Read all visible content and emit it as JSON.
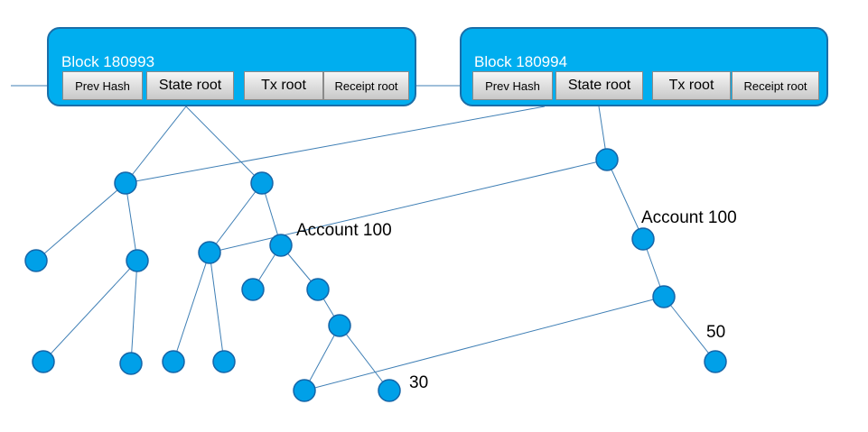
{
  "colors": {
    "block_fill": "#00aeef",
    "block_border": "#1a6ea8",
    "node_fill": "#00a0e8",
    "node_border": "#1565a8",
    "edge": "#3f7fb5"
  },
  "blocks": [
    {
      "title": "Block 180993",
      "fields": [
        "Prev Hash",
        "State root",
        "Tx root",
        "Receipt root"
      ]
    },
    {
      "title": "Block 180994",
      "fields": [
        "Prev Hash",
        "State root",
        "Tx root",
        "Receipt root"
      ]
    }
  ],
  "labels": {
    "account_old": "Account 100",
    "account_new": "Account 100",
    "value_old": "30",
    "value_new": "50"
  }
}
